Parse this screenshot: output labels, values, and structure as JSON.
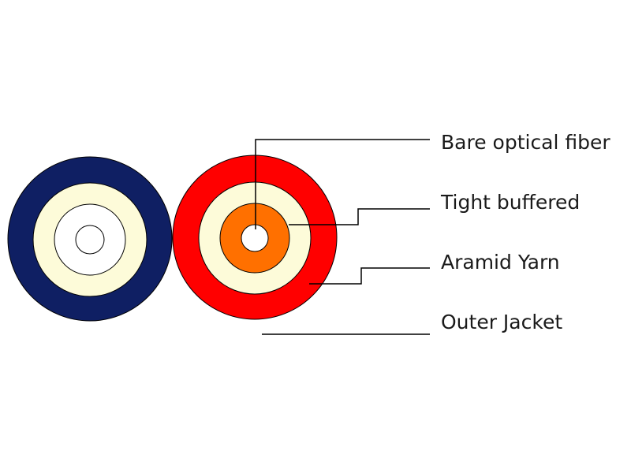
{
  "labels": {
    "bare_fiber": "Bare optical fiber",
    "tight_buffered": "Tight buffered",
    "aramid_yarn": "Aramid Yarn",
    "outer_jacket": "Outer Jacket"
  },
  "colors": {
    "left_outer_jacket": "#0f1f63",
    "left_aramid_yarn": "#fdfbd9",
    "left_tight_buffer": "#ffffff",
    "left_core": "#ffffff",
    "right_outer_jacket": "#ff0000",
    "right_aramid_yarn": "#fdfbd9",
    "right_tight_buffer": "#ff7000",
    "right_core": "#ffffff",
    "outline": "#000000",
    "leader_line": "#000000"
  }
}
